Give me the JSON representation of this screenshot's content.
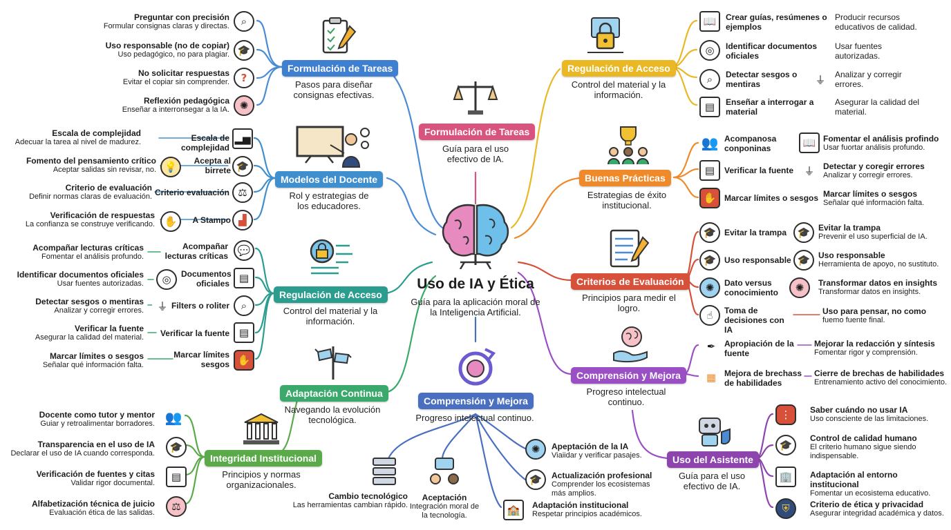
{
  "center": {
    "title": "Uso de IA y Ética",
    "subtitle": "Guía para la aplicación moral de la Inteligencia Artificial."
  },
  "hubs": {
    "formulacion_left": {
      "title": "Formulación de Tareas",
      "subtitle": "Pasos para diseñar consignas efectivas.",
      "color": "#3f7fcf"
    },
    "formulacion_center": {
      "title": "Formulación de Tareas",
      "subtitle": "Guía para el uso efectivo de IA.",
      "color": "#d9537f"
    },
    "modelos": {
      "title": "Modelos del Docente",
      "subtitle": "Rol y estrategias de los educadores.",
      "color": "#3f8fcf"
    },
    "regulacion_left": {
      "title": "Regulación de Acceso",
      "subtitle": "Control del material y la información.",
      "color": "#2a9d8f"
    },
    "adaptacion": {
      "title": "Adaptación Continua",
      "subtitle": "Navegando la evolución tecnológica.",
      "color": "#3aa96b"
    },
    "integridad": {
      "title": "Integridad Institucional",
      "subtitle": "Principios y normas organizacionales.",
      "color": "#5aaa4a"
    },
    "comprension_center": {
      "title": "Comprensión y Mejora",
      "subtitle": "Progreso intelectual continuo.",
      "color": "#4a6fc0"
    },
    "regulacion_right": {
      "title": "Regulación de Acceso",
      "subtitle": "Control del material y la información.",
      "color": "#e9b824"
    },
    "buenas": {
      "title": "Buenas Prácticas",
      "subtitle": "Estrategias de éxito institucional.",
      "color": "#ef8a2a"
    },
    "criterios": {
      "title": "Criterios de Evaluación",
      "subtitle": "Principios para medir el logro.",
      "color": "#d6503a"
    },
    "comprension_right": {
      "title": "Comprensión y Mejora",
      "subtitle": "Progreso intelectual continuo.",
      "color": "#9b4fc4"
    },
    "asistente": {
      "title": "Uso del Asistente",
      "subtitle": "Guía para el uso efectivo de IA.",
      "color": "#8e44ad"
    }
  },
  "formulacion_items": [
    {
      "title": "Preguntar con precisión",
      "desc": "Formular consignas claras y directas."
    },
    {
      "title": "Uso responsable (no de copiar)",
      "desc": "Uso pedagógico, no para plagiar."
    },
    {
      "title": "No solicitar respuestas",
      "desc": "Evitar el copiar sin comprender."
    },
    {
      "title": "Reflexión pedagógica",
      "desc": "Enseñar a interronsegar a la IA."
    }
  ],
  "modelos_items": [
    {
      "title": "Escala de complejidad",
      "desc": "Adecuar la tarea al nivel de madurez.",
      "tag": "Escala de complejidad"
    },
    {
      "title": "Fomento del pensamiento crítico",
      "desc": "Aceptar salidas sin revisar, no.",
      "tag": "Acepta al birrete"
    },
    {
      "title": "Criterio de evaluación",
      "desc": "Definir normas claras de evaluación.",
      "tag": "Criterio evaluación"
    },
    {
      "title": "Verificación de respuestas",
      "desc": "La confianza se construye verificando.",
      "tag": "A Stampo"
    }
  ],
  "regulacion_left_items": [
    {
      "title": "Acompañar lecturas críticas",
      "desc": "Fomentar el análisis profundo.",
      "tag": "Acompañar lecturas críticas"
    },
    {
      "title": "Identificar documentos oficiales",
      "desc": "Usar fuentes autorizadas.",
      "tag": "Documentos oficiales"
    },
    {
      "title": "Detectar sesgos o mentiras",
      "desc": "Analizar y corregir errores.",
      "tag": "Filters o roliter"
    },
    {
      "title": "Verificar la fuente",
      "desc": "Asegurar la calidad del material.",
      "tag": "Verificar la fuente"
    },
    {
      "title": "Marcar límites o sesgos",
      "desc": "Señalar qué información falta.",
      "tag": "Marcar límites sesgos"
    }
  ],
  "integridad_items": [
    {
      "title": "Docente como tutor y mentor",
      "desc": "Guiar y retroalimentar borradores."
    },
    {
      "title": "Transparencia en el uso de IA",
      "desc": "Declarar el uso de IA cuando corresponda."
    },
    {
      "title": "Verificación de fuentes y citas",
      "desc": "Validar rigor documental."
    },
    {
      "title": "Alfabetización técnica de juicio",
      "desc": "Evaluación ética de las salidas."
    }
  ],
  "comprension_center_items": [
    {
      "title": "Cambio tecnológico",
      "desc": "Las herramientas cambian rápido."
    },
    {
      "title": "Aceptación",
      "desc": "Integración moral de la tecnología."
    },
    {
      "title": "Apeptación de la IA",
      "desc": "Viaiidar y verificar pasajes."
    },
    {
      "title": "Actualización profesional",
      "desc": "Comprender los ecosistemas más amplios."
    },
    {
      "title": "Adaptación institucional",
      "desc": "Respetar principios académicos."
    }
  ],
  "regulacion_right_items": [
    {
      "title": "Crear guías, resúmenes o ejemplos",
      "desc": "Producir recursos educativos de calidad."
    },
    {
      "title": "Identificar documentos oficiales",
      "desc": "Usar fuentes autorizadas."
    },
    {
      "title": "Detectar sesgos o mentiras",
      "desc": "Analizar y corregir errores."
    },
    {
      "title": "Enseñar a interrogar a material",
      "desc": "Asegurar la calidad del material."
    }
  ],
  "buenas_items": [
    {
      "tag": "Acompanosa conponinas",
      "title": "Fomentar el análisis profindo",
      "desc": "Usar fuortar análisis profundo."
    },
    {
      "tag": "Verificar la fuente",
      "title": "Detectar y coregir errores",
      "desc": "Analizar y corregir errores."
    },
    {
      "tag": "Marcar límites o sesgos",
      "title": "Marcar límites o sesgos",
      "desc": "Señalar qué información falta."
    }
  ],
  "criterios_items": [
    {
      "tag": "Evitar la trampa",
      "title": "Evitar la trampa",
      "desc": "Prevenir el uso superficial de IA."
    },
    {
      "tag": "Uso responsable",
      "title": "Uso responsable",
      "desc": "Herramienta de apoyo, no sustituto."
    },
    {
      "tag": "Dato versus conocimiento",
      "title": "Transformar datos en insights",
      "desc": "Transformar datos en insights."
    },
    {
      "tag": "Toma de decisiones con IA",
      "title": "Uso para pensar, no como",
      "desc": "fuemo fuente final."
    }
  ],
  "comprension_right_items": [
    {
      "tag": "Apropiación de la fuente",
      "title": "Mejorar la redacción y síntesis",
      "desc": "Fomentar rigor y comprensión."
    },
    {
      "tag": "Mejora de brechass de habilidades",
      "title": "Cierre de brechas de habilidades",
      "desc": "Entrenamiento activo del conocimiento."
    }
  ],
  "asistente_items": [
    {
      "title": "Saber cuándo no usar IA",
      "desc": "Uso consciente de las limitaciones."
    },
    {
      "title": "Control de calidad humano",
      "desc": "El criterio humano sigue siendo indispensable."
    },
    {
      "title": "Adaptación al entorno institucional",
      "desc": "Fomentar un ecosistema educativo."
    },
    {
      "title": "Criterio de ética y privacidad",
      "desc": "Asegurar integridad académica y datos."
    }
  ],
  "icons": {
    "question": "magnifier-icon",
    "grad": "graduation-cap-icon",
    "alert": "question-mark-icon",
    "brain": "brain-icon",
    "bars": "bar-chart-icon",
    "bulb": "lightbulb-icon",
    "scale": "scale-icon",
    "stamp": "stamp-icon",
    "chat": "chat-icon",
    "seal": "seal-icon",
    "doc": "document-icon",
    "stop": "stop-icon",
    "building": "building-icon",
    "shield": "shield-icon",
    "robot": "robot-icon",
    "lock": "lock-icon",
    "trophy": "trophy-icon",
    "checklist": "checklist-icon",
    "signpost": "signpost-icon",
    "cycle": "cycle-icon",
    "filter": "filter-icon",
    "hands": "hands-icon",
    "traffic": "traffic-light-icon",
    "school": "school-icon"
  }
}
